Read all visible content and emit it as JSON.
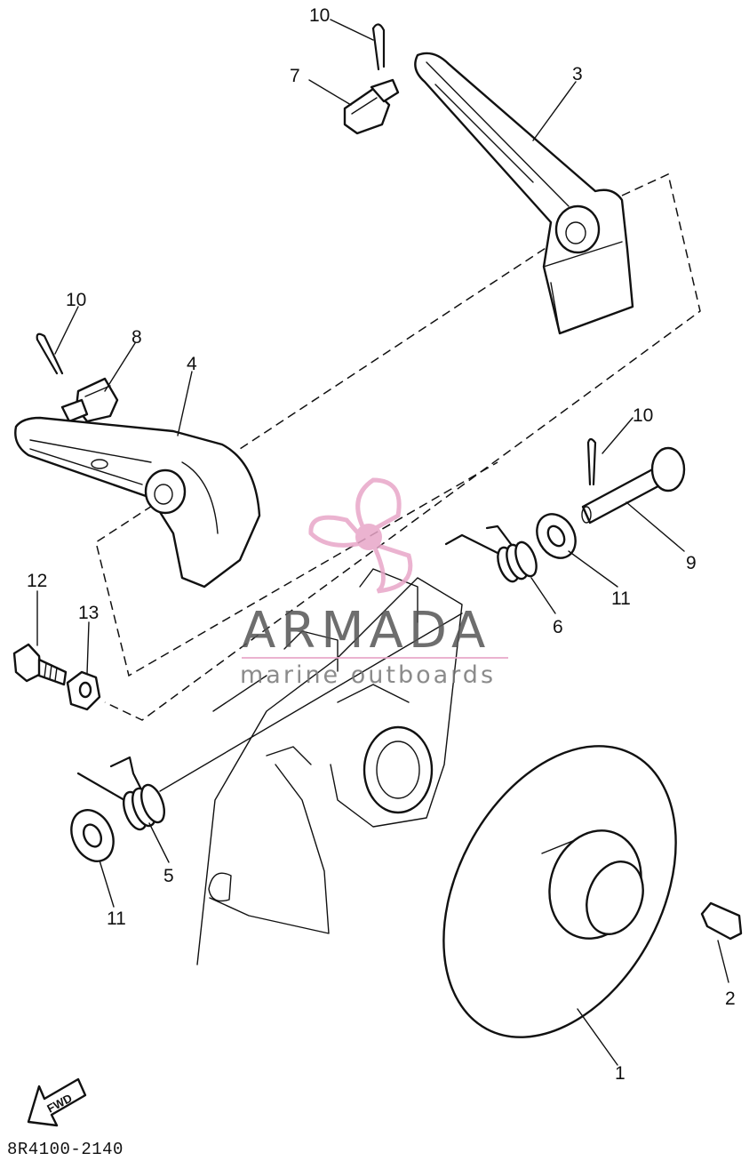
{
  "diagram": {
    "callouts": [
      {
        "id": "c10a",
        "text": "10"
      },
      {
        "id": "c7",
        "text": "7"
      },
      {
        "id": "c3",
        "text": "3"
      },
      {
        "id": "c10b",
        "text": "10"
      },
      {
        "id": "c8",
        "text": "8"
      },
      {
        "id": "c4",
        "text": "4"
      },
      {
        "id": "c10c",
        "text": "10"
      },
      {
        "id": "c9",
        "text": "9"
      },
      {
        "id": "c6",
        "text": "6"
      },
      {
        "id": "c11a",
        "text": "11"
      },
      {
        "id": "c12",
        "text": "12"
      },
      {
        "id": "c13",
        "text": "13"
      },
      {
        "id": "c5",
        "text": "5"
      },
      {
        "id": "c11b",
        "text": "11"
      },
      {
        "id": "c1",
        "text": "1"
      },
      {
        "id": "c2",
        "text": "2"
      }
    ],
    "fwd_label": "FWD",
    "drawing_code": "8R4100-2140"
  },
  "watermark": {
    "title": "ARMADA",
    "subtitle": "marine outboards",
    "colors": {
      "accent": "#e8a6c8",
      "text": "#555555"
    },
    "icon": "propeller-icon"
  }
}
